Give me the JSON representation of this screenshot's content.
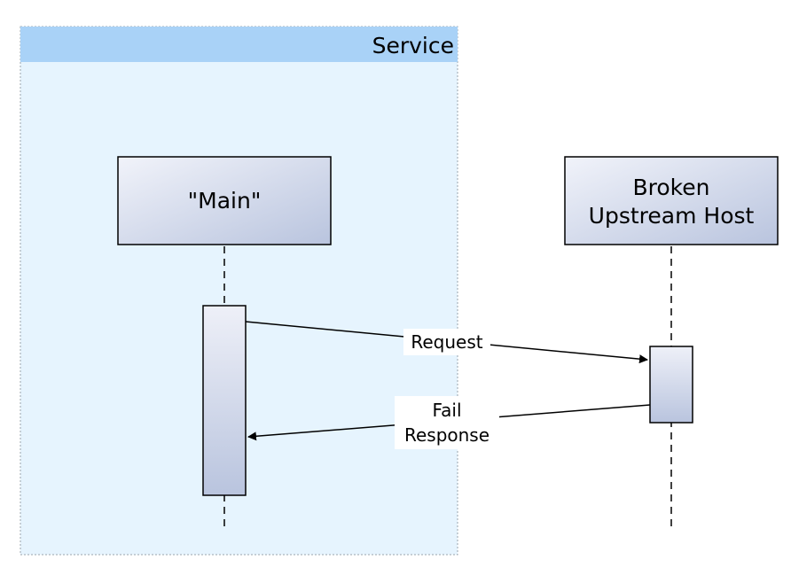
{
  "group": {
    "title": "Service"
  },
  "participants": [
    {
      "id": "main",
      "lines": [
        "\"Main\""
      ]
    },
    {
      "id": "broken-upstream-host",
      "lines": [
        "Broken",
        "Upstream Host"
      ]
    }
  ],
  "messages": [
    {
      "id": "request",
      "from": "main",
      "to": "broken-upstream-host",
      "lines": [
        "Request"
      ]
    },
    {
      "id": "fail-response",
      "from": "broken-upstream-host",
      "to": "main",
      "lines": [
        "Fail",
        "Response"
      ]
    }
  ],
  "colors": {
    "group_fill": "#e6f4fe",
    "group_header": "#a9d2f7",
    "group_border": "#9aa4ae",
    "box_border": "#000000",
    "box_gradient_light": "#f1f3fa",
    "box_gradient_dark": "#b9c4de",
    "line": "#000000"
  }
}
